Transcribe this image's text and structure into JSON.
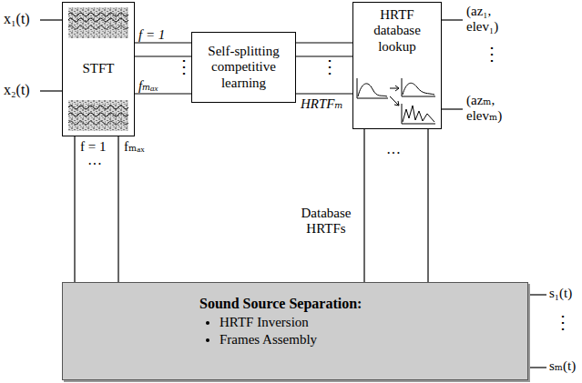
{
  "diagram": {
    "nodes": [
      {
        "text": [
          "STFT"
        ]
      },
      {
        "text": [
          "Self-splitting competitive learning"
        ]
      },
      {
        "text": [
          "HRTF database lookup"
        ]
      },
      {
        "text": [
          "Sound Source Separation:",
          "HRTF Inversion",
          "Frames Assembly"
        ]
      }
    ],
    "edges": [
      {
        "from": 0,
        "to": 1,
        "arrow": "none",
        "label": "f = 1"
      },
      {
        "from": 0,
        "to": 1,
        "arrow": "none"
      },
      {
        "from": 0,
        "to": 1,
        "arrow": "none",
        "label": "fₘₐₓ"
      },
      {
        "from": 1,
        "to": 2,
        "arrow": "none"
      },
      {
        "from": 1,
        "to": 2,
        "arrow": "none"
      },
      {
        "from": 1,
        "to": 2,
        "arrow": "none",
        "label": "HRTFₘ"
      },
      {
        "from": 0,
        "to": 3,
        "arrow": "none"
      },
      {
        "from": 0,
        "to": 3,
        "arrow": "none"
      },
      {
        "from": 2,
        "to": 3,
        "arrow": "none"
      },
      {
        "from": 2,
        "to": 3,
        "arrow": "none"
      }
    ],
    "labels": [
      "x₁(t)",
      "x₂(t)",
      "⋮",
      "⋮",
      "(az₁, elev₁)",
      "⋮",
      "(azₘ, elevₘ)",
      "f = 1",
      "···",
      "fₘₐₓ",
      "Database HRTFs",
      "···",
      "s₁(t)",
      "⋮",
      "sₘ(t)"
    ]
  }
}
